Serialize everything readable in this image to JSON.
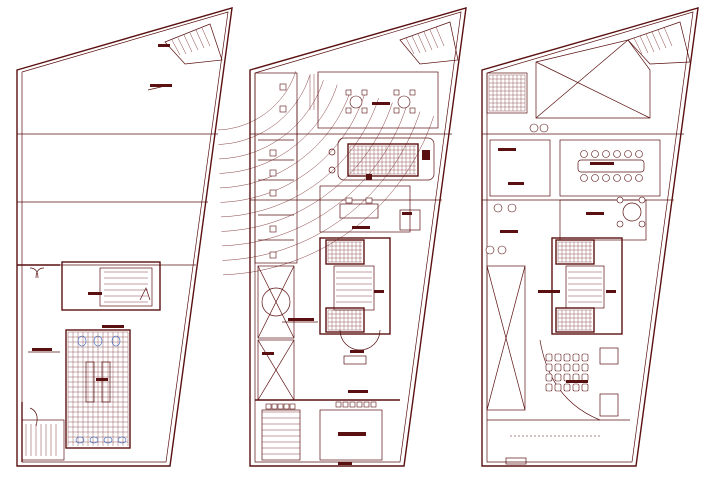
{
  "drawing": {
    "sheets": [
      {
        "id": "ground-floor",
        "kind": "auditorium-plan"
      },
      {
        "id": "first-floor",
        "kind": "office-plan"
      },
      {
        "id": "second-floor",
        "kind": "meeting-plan"
      }
    ],
    "colors": {
      "line": "#5a1010",
      "accent": "#3060c0",
      "background": "#ffffff"
    }
  }
}
